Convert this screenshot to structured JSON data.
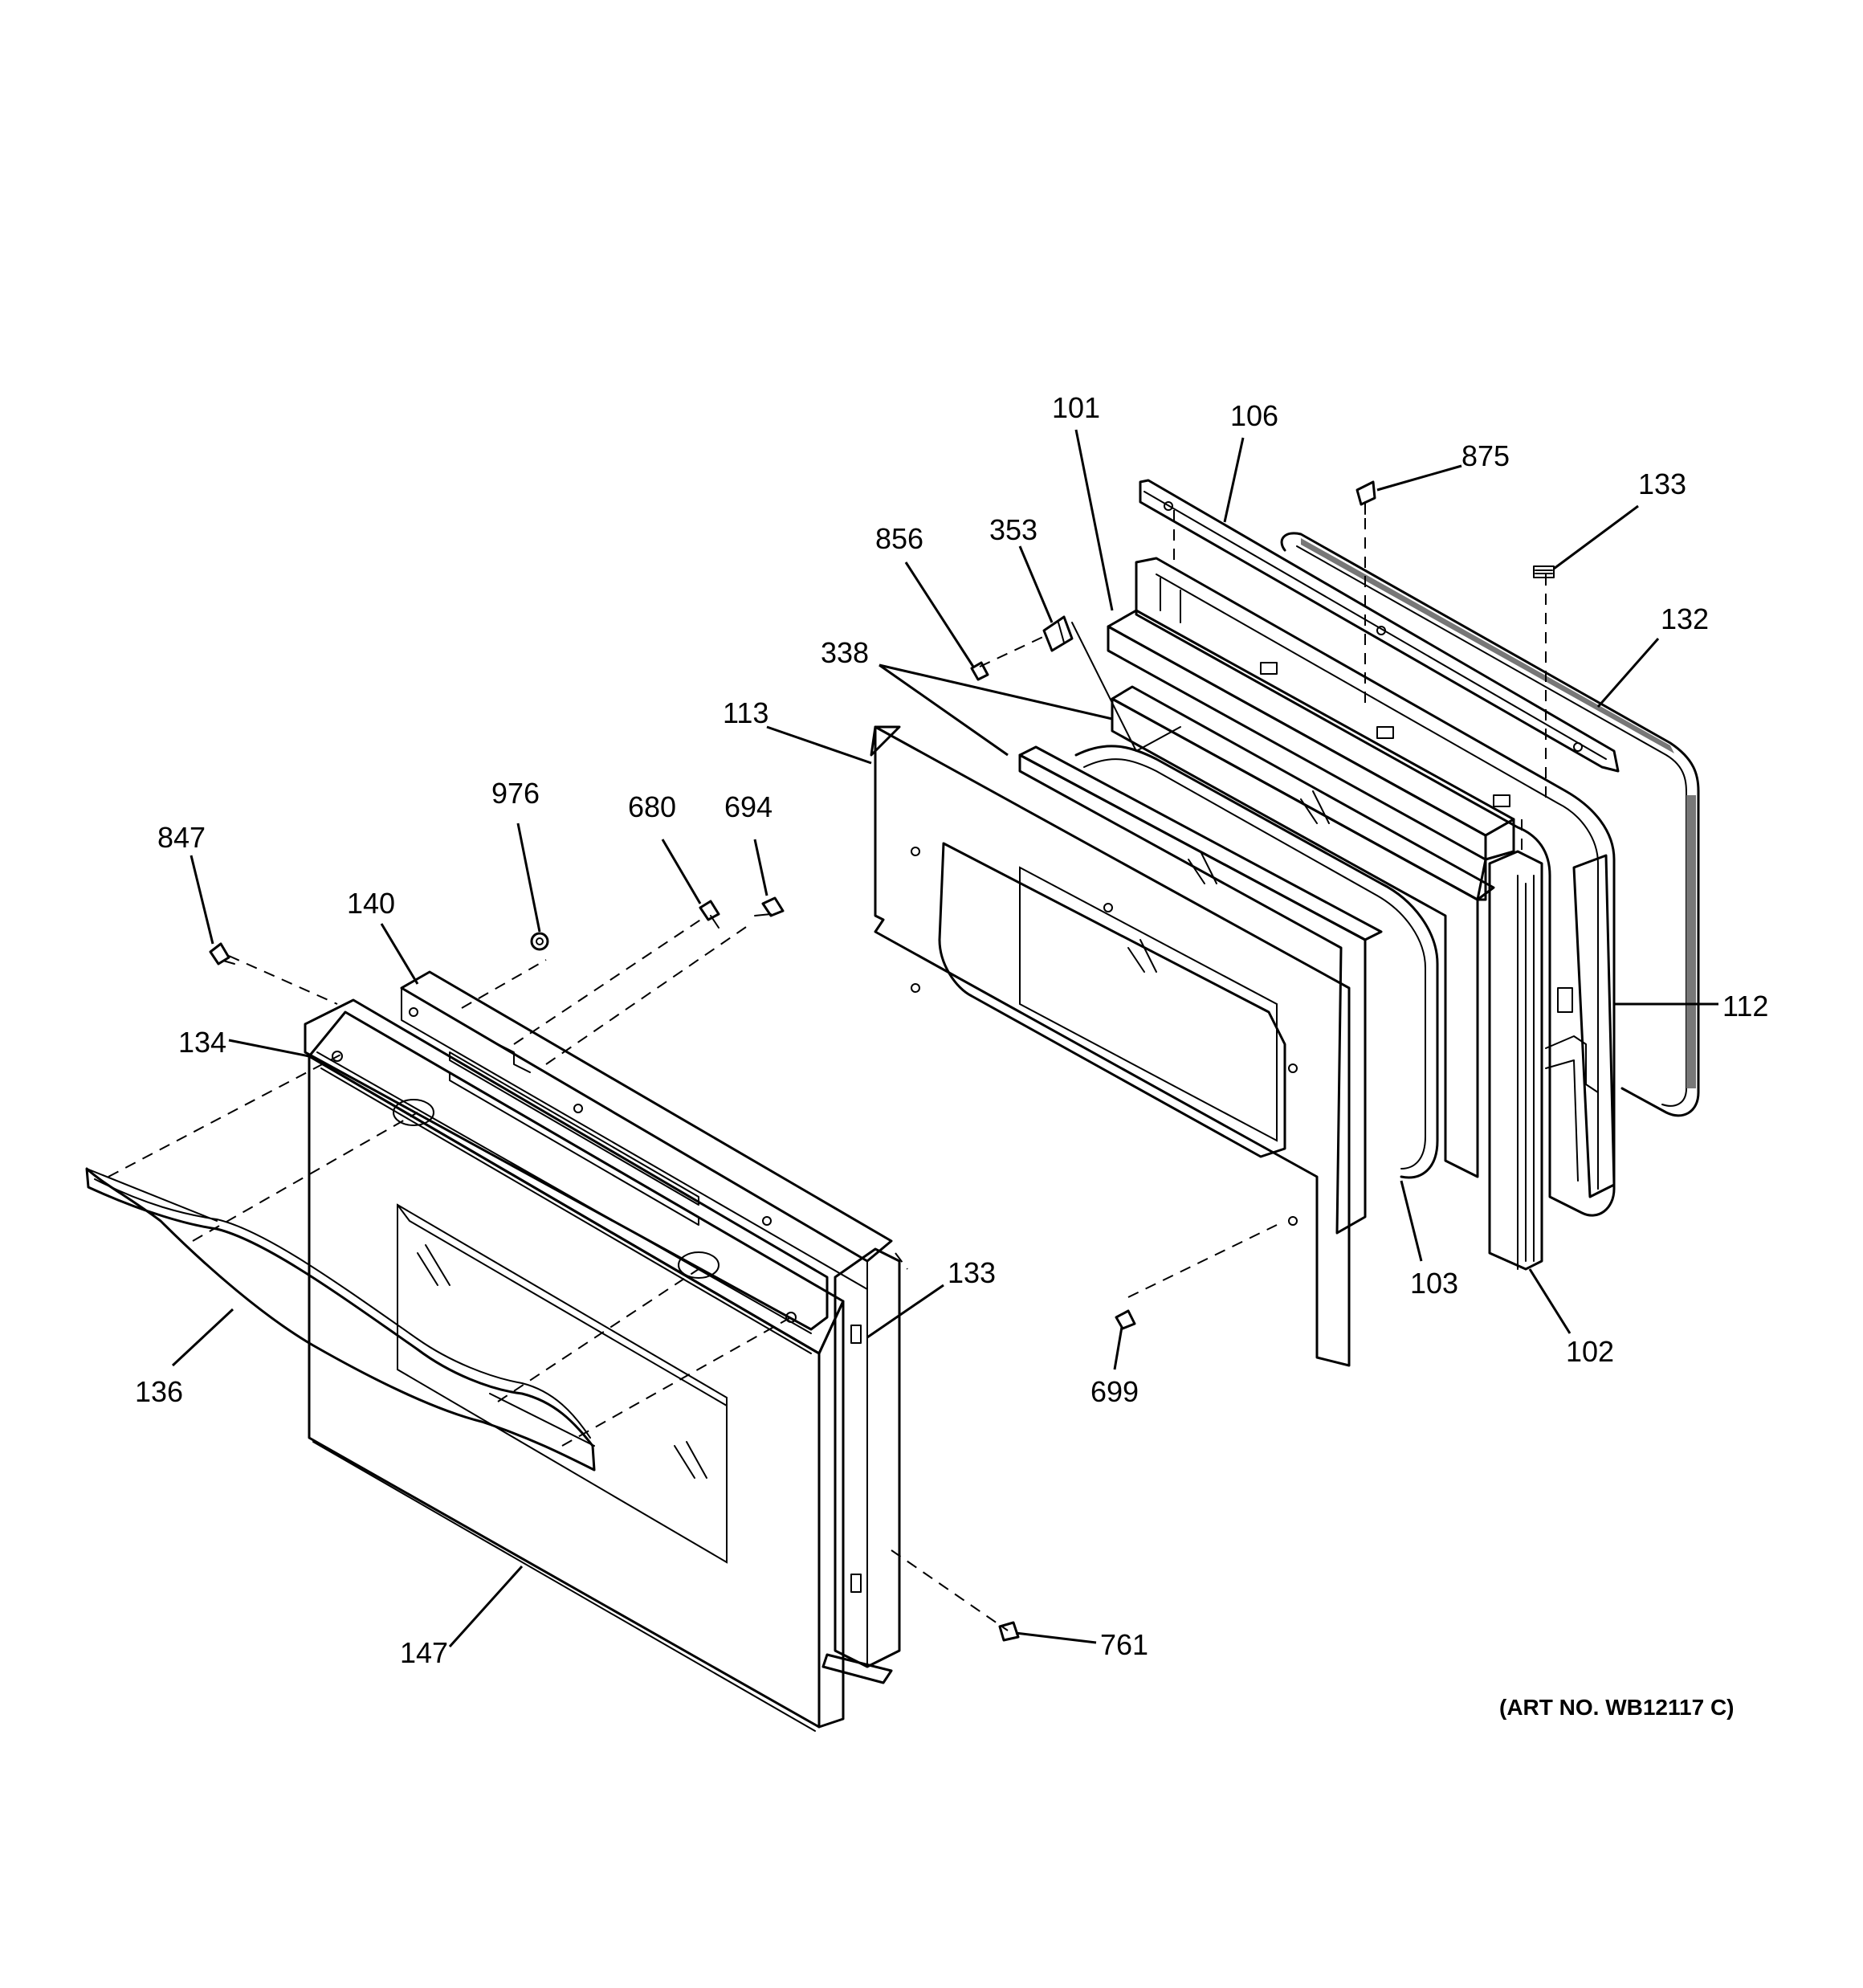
{
  "callouts": {
    "c101": "101",
    "c106": "106",
    "c875": "875",
    "c133a": "133",
    "c856": "856",
    "c353": "353",
    "c132": "132",
    "c338": "338",
    "c113": "113",
    "c976": "976",
    "c680": "680",
    "c694": "694",
    "c847": "847",
    "c140": "140",
    "c134": "134",
    "c112": "112",
    "c133b": "133",
    "c103": "103",
    "c102": "102",
    "c136": "136",
    "c699": "699",
    "c147": "147",
    "c761": "761"
  },
  "art_number": "(ART NO. WB12117 C)"
}
